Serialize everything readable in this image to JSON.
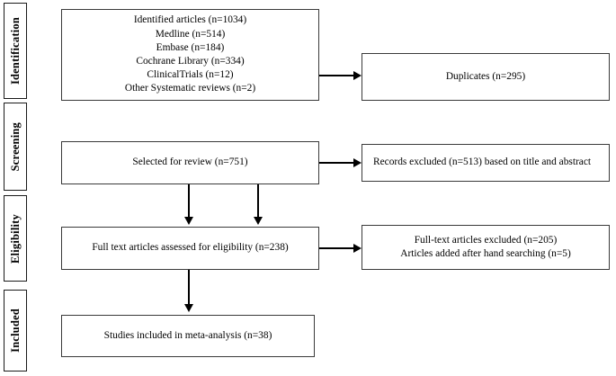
{
  "diagram": {
    "type": "prisma-flow-diagram",
    "stages": [
      {
        "id": "identification",
        "label": "Identification"
      },
      {
        "id": "screening",
        "label": "Screening"
      },
      {
        "id": "eligibility",
        "label": "Eligibility"
      },
      {
        "id": "included",
        "label": "Included"
      }
    ],
    "boxes": [
      {
        "id": "identified-articles",
        "stage": "identification",
        "align": "center",
        "text": "Identified articles  (n=1034)\nMedline (n=514)\nEmbase (n=184)\nCochrane Library (n=334)\nClinicalTrials  (n=12)\nOther Systematic reviews (n=2)"
      },
      {
        "id": "duplicates",
        "stage": "identification",
        "align": "center",
        "text": "Duplicates  (n=295)"
      },
      {
        "id": "selected-for-review",
        "stage": "screening",
        "align": "center",
        "text": "Selected  for review (n=751)"
      },
      {
        "id": "records-excluded",
        "stage": "screening",
        "align": "left",
        "text": "Records excluded  (n=513) based on title  and abstract"
      },
      {
        "id": "full-text-assessed",
        "stage": "eligibility",
        "align": "center",
        "text": "Full text  articles  assessed for eligibility  (n=238)"
      },
      {
        "id": "full-text-excluded",
        "stage": "eligibility",
        "align": "center",
        "text": "Full-text articles excluded  (n=205)\nArticles added after hand searching  (n=5)"
      },
      {
        "id": "studies-included",
        "stage": "included",
        "align": "center",
        "text": "Studies included  in meta-analysis  (n=38)"
      }
    ],
    "counts": {
      "identified_total": 1034,
      "medline": 514,
      "embase": 184,
      "cochrane_library": 334,
      "clinicaltrials": 12,
      "other_systematic_reviews": 2,
      "duplicates": 295,
      "selected_for_review": 751,
      "records_excluded_title_abstract": 513,
      "full_text_assessed": 238,
      "full_text_excluded": 205,
      "articles_added_hand_searching": 5,
      "studies_included_meta_analysis": 38
    },
    "colors": {
      "line": "#000000",
      "box_border": "#3a3a3a",
      "stage_border": "#1a1a1a",
      "background": "#ffffff",
      "text": "#000000"
    }
  }
}
